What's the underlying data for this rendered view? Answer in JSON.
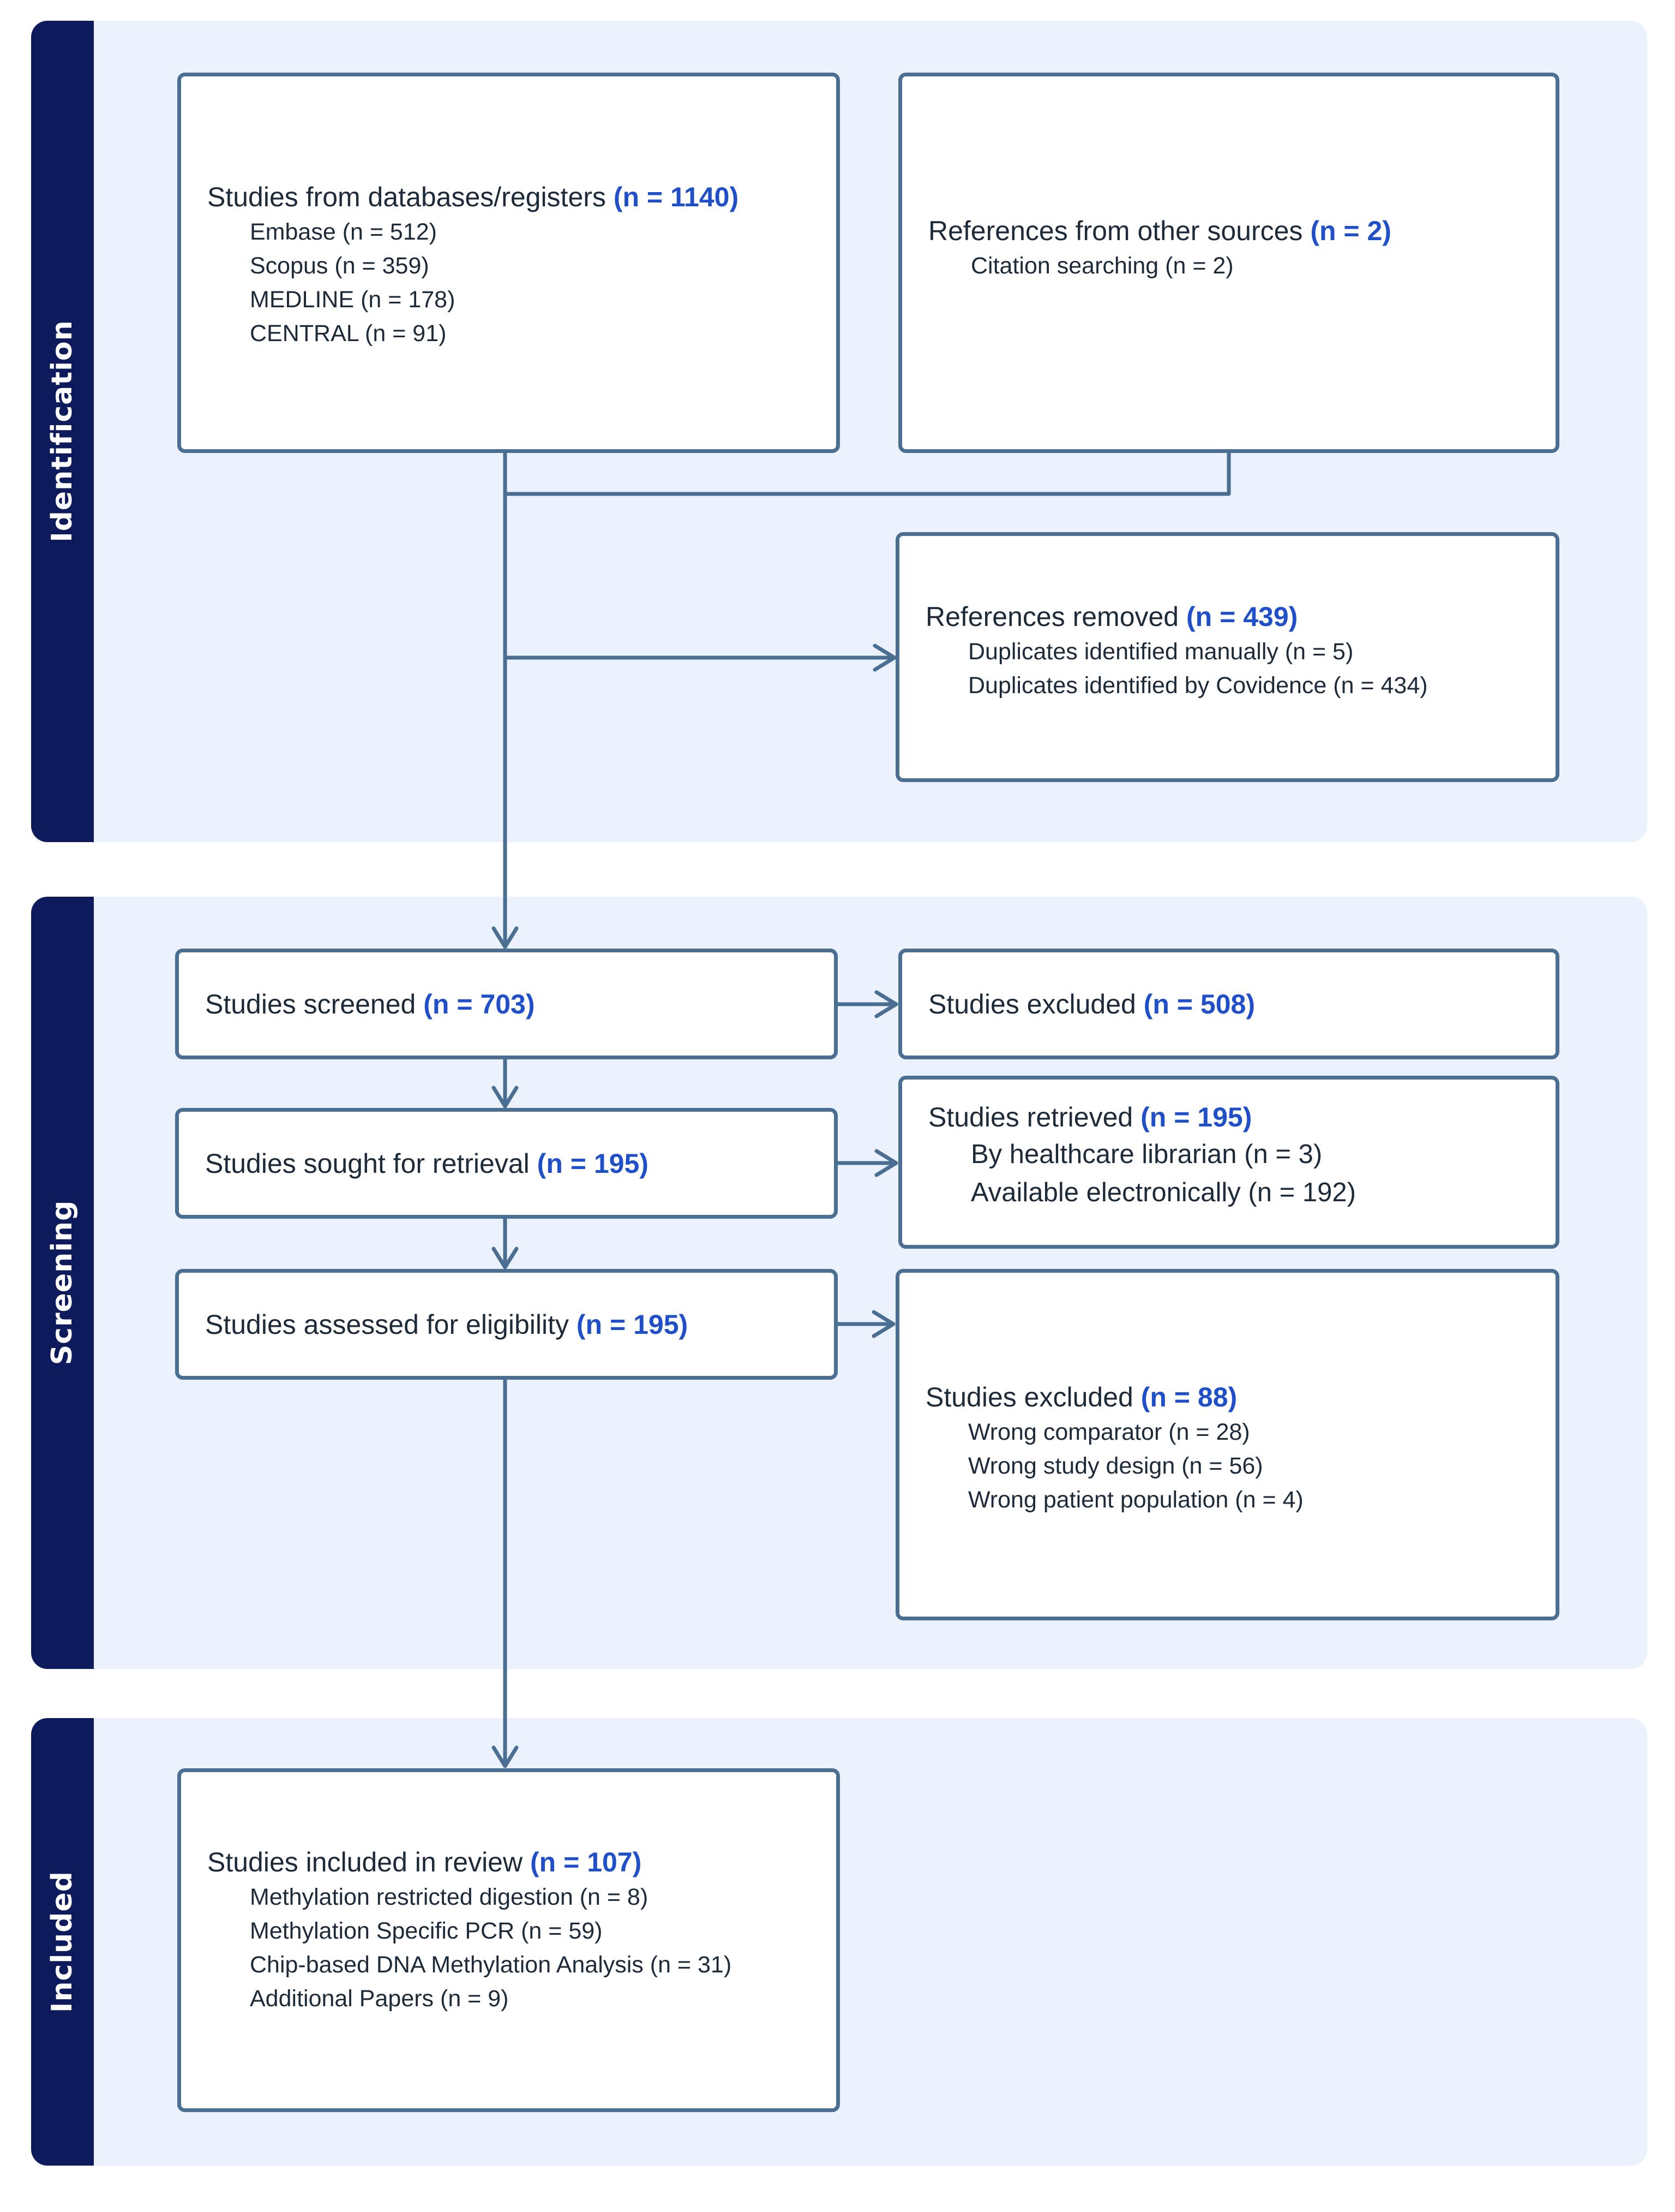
{
  "phases": {
    "identification": "Identification",
    "screening": "Screening",
    "included": "Included"
  },
  "boxes": {
    "databases": {
      "text": "Studies from databases/registers",
      "count": "(n = 1140)",
      "items": [
        "Embase (n = 512)",
        "Scopus (n = 359)",
        "MEDLINE (n = 178)",
        "CENTRAL (n = 91)"
      ]
    },
    "other_sources": {
      "text": "References from other sources",
      "count": "(n = 2)",
      "items": [
        "Citation searching (n = 2)"
      ]
    },
    "removed": {
      "text": "References removed",
      "count": "(n = 439)",
      "items": [
        "Duplicates identified manually (n = 5)",
        "Duplicates identified by Covidence (n = 434)"
      ]
    },
    "screened": {
      "text": "Studies screened",
      "count": "(n = 703)"
    },
    "excluded_screening": {
      "text": "Studies excluded",
      "count": "(n = 508)"
    },
    "sought": {
      "text": "Studies sought for retrieval",
      "count": "(n = 195)"
    },
    "retrieved": {
      "text": "Studies retrieved",
      "count": "(n = 195)",
      "items": [
        "By healthcare librarian (n = 3)",
        "Available electronically (n = 192)"
      ]
    },
    "assessed": {
      "text": "Studies assessed for eligibility",
      "count": "(n = 195)"
    },
    "excluded_eligibility": {
      "text": "Studies excluded",
      "count": "(n = 88)",
      "items": [
        "Wrong comparator (n = 28)",
        "Wrong study design (n = 56)",
        "Wrong patient population (n = 4)"
      ]
    },
    "included": {
      "text": "Studies included in review",
      "count": "(n = 107)",
      "items": [
        "Methylation restricted digestion (n = 8)",
        "Methylation Specific PCR (n = 59)",
        "Chip-based DNA Methylation Analysis (n = 31)",
        "Additional Papers (n = 9)"
      ]
    }
  },
  "colors": {
    "phase_band": "#0d1a5c",
    "phase_background": "#ebf2fd",
    "box_border": "#4a6f92",
    "count_highlight": "#1f4fc9",
    "connector": "#4a6f92"
  }
}
